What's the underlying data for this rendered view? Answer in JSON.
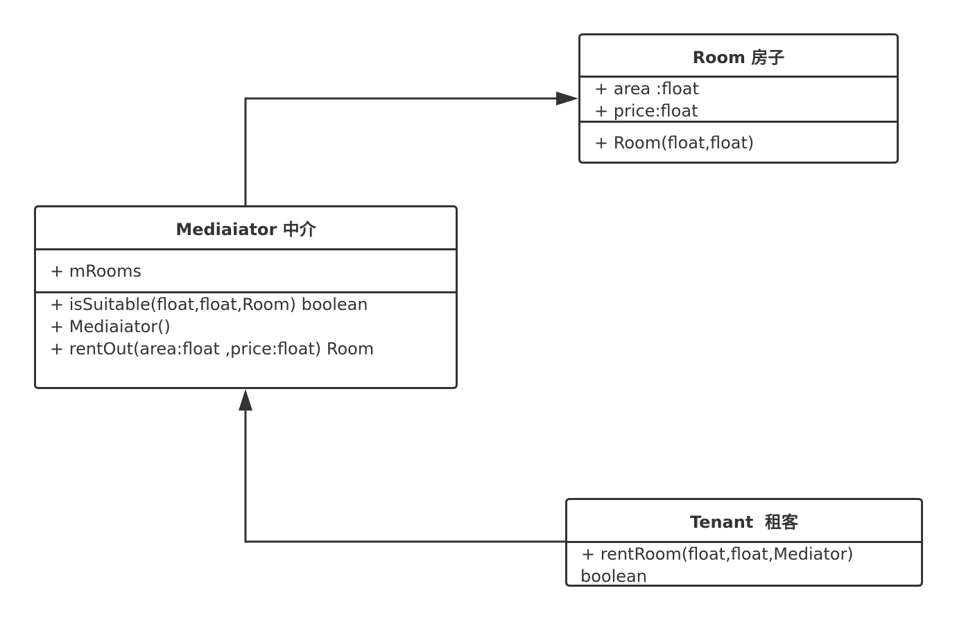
{
  "diagram": {
    "classes": {
      "room": {
        "title": "Room 房子",
        "attributes": [
          "+ area :float",
          "+ price:float"
        ],
        "operations": [
          "+ Room(float,float)"
        ]
      },
      "mediator": {
        "title": "Mediaiator 中介",
        "attributes": [
          "+ mRooms"
        ],
        "operations": [
          "+ isSuitable(float,float,Room) boolean",
          "+ Mediaiator()",
          "+ rentOut(area:float ,price:float) Room"
        ]
      },
      "tenant": {
        "title": "Tenant  租客",
        "attributes": [],
        "operations": [
          "+ rentRoom(float,float,Mediator)",
          "boolean"
        ]
      }
    },
    "relations": [
      {
        "from": "mediator",
        "to": "room",
        "type": "association",
        "arrow": "filled"
      },
      {
        "from": "tenant",
        "to": "mediator",
        "type": "association",
        "arrow": "filled"
      }
    ],
    "colors": {
      "stroke": "#333333",
      "background": "#ffffff",
      "text": "#333333"
    }
  }
}
